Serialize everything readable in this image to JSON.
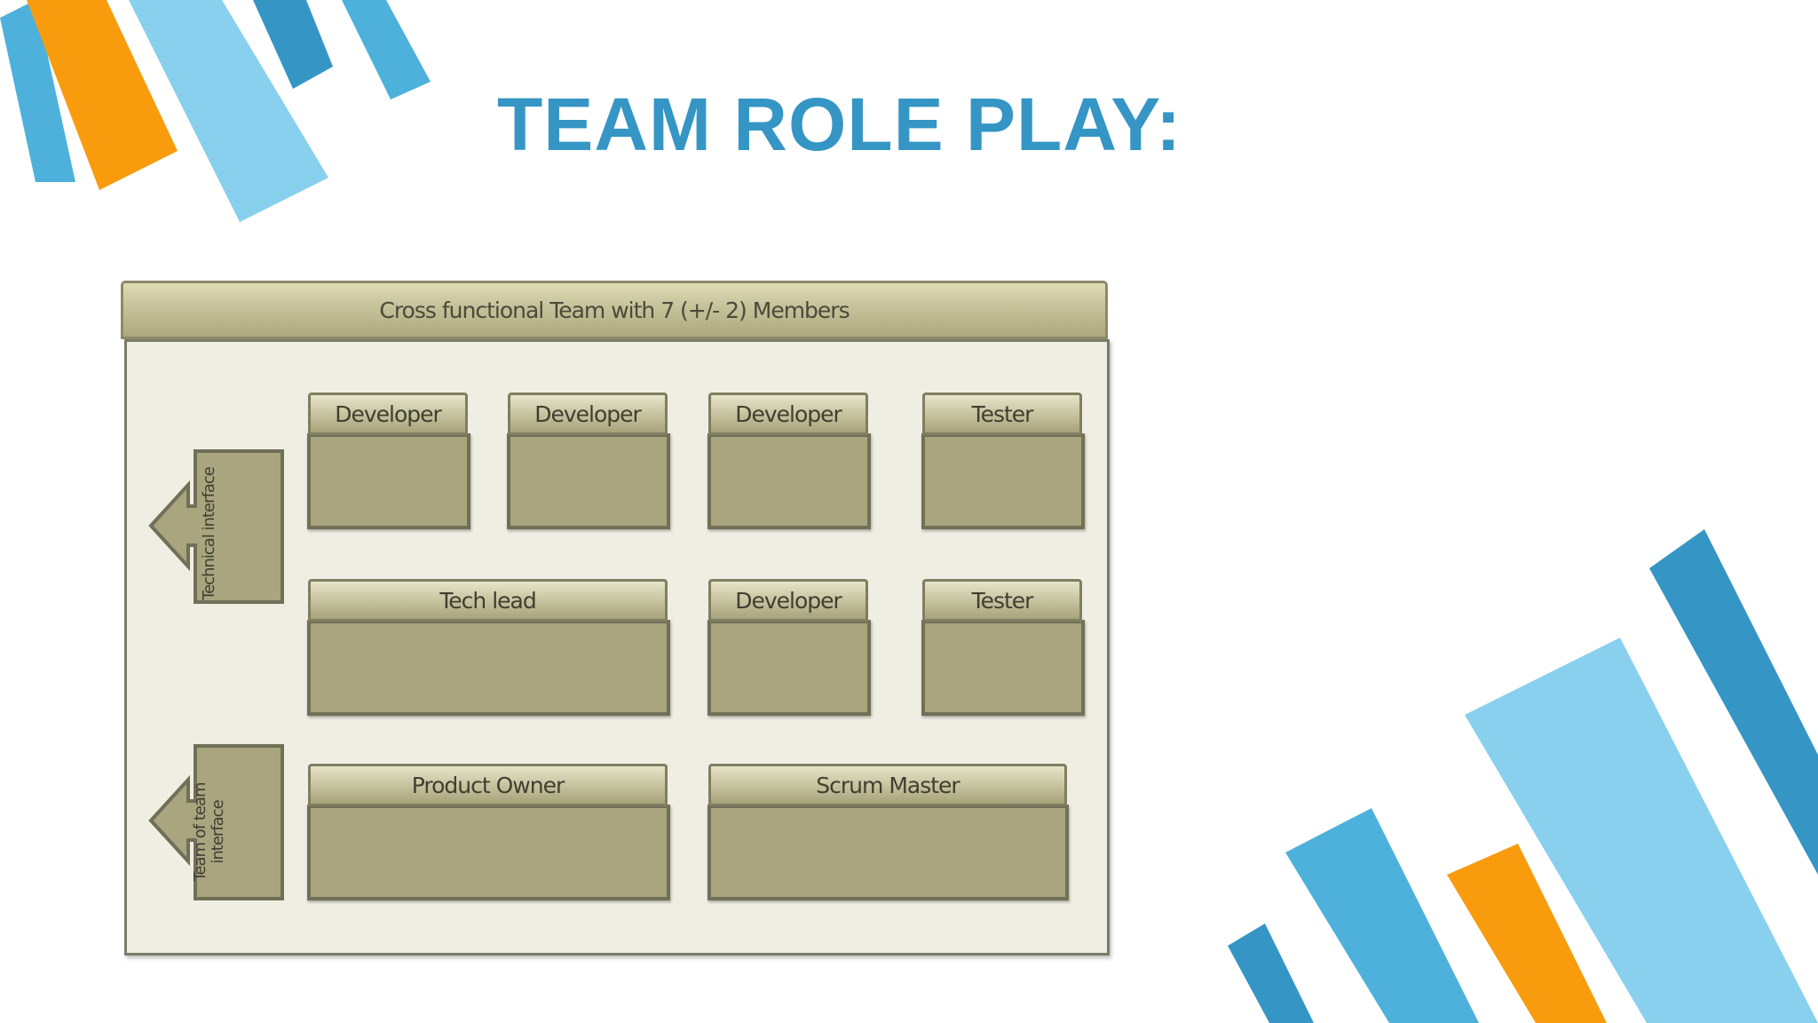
{
  "slide": {
    "title": "TEAM ROLE PLAY:",
    "accent_colors": [
      "#3596c5",
      "#4db1db",
      "#88d0ee",
      "#f89c0e"
    ]
  },
  "diagram": {
    "header": "Cross functional Team with 7 (+/- 2)  Members",
    "roles_row1": [
      "Developer",
      "Developer",
      "Developer",
      "Tester"
    ],
    "roles_row2": [
      "Tech lead",
      "Developer",
      "Tester"
    ],
    "roles_row3": [
      "Product Owner",
      "Scrum Master"
    ],
    "interfaces": {
      "technical": "Technical interface",
      "team": "Team of team interface"
    }
  }
}
